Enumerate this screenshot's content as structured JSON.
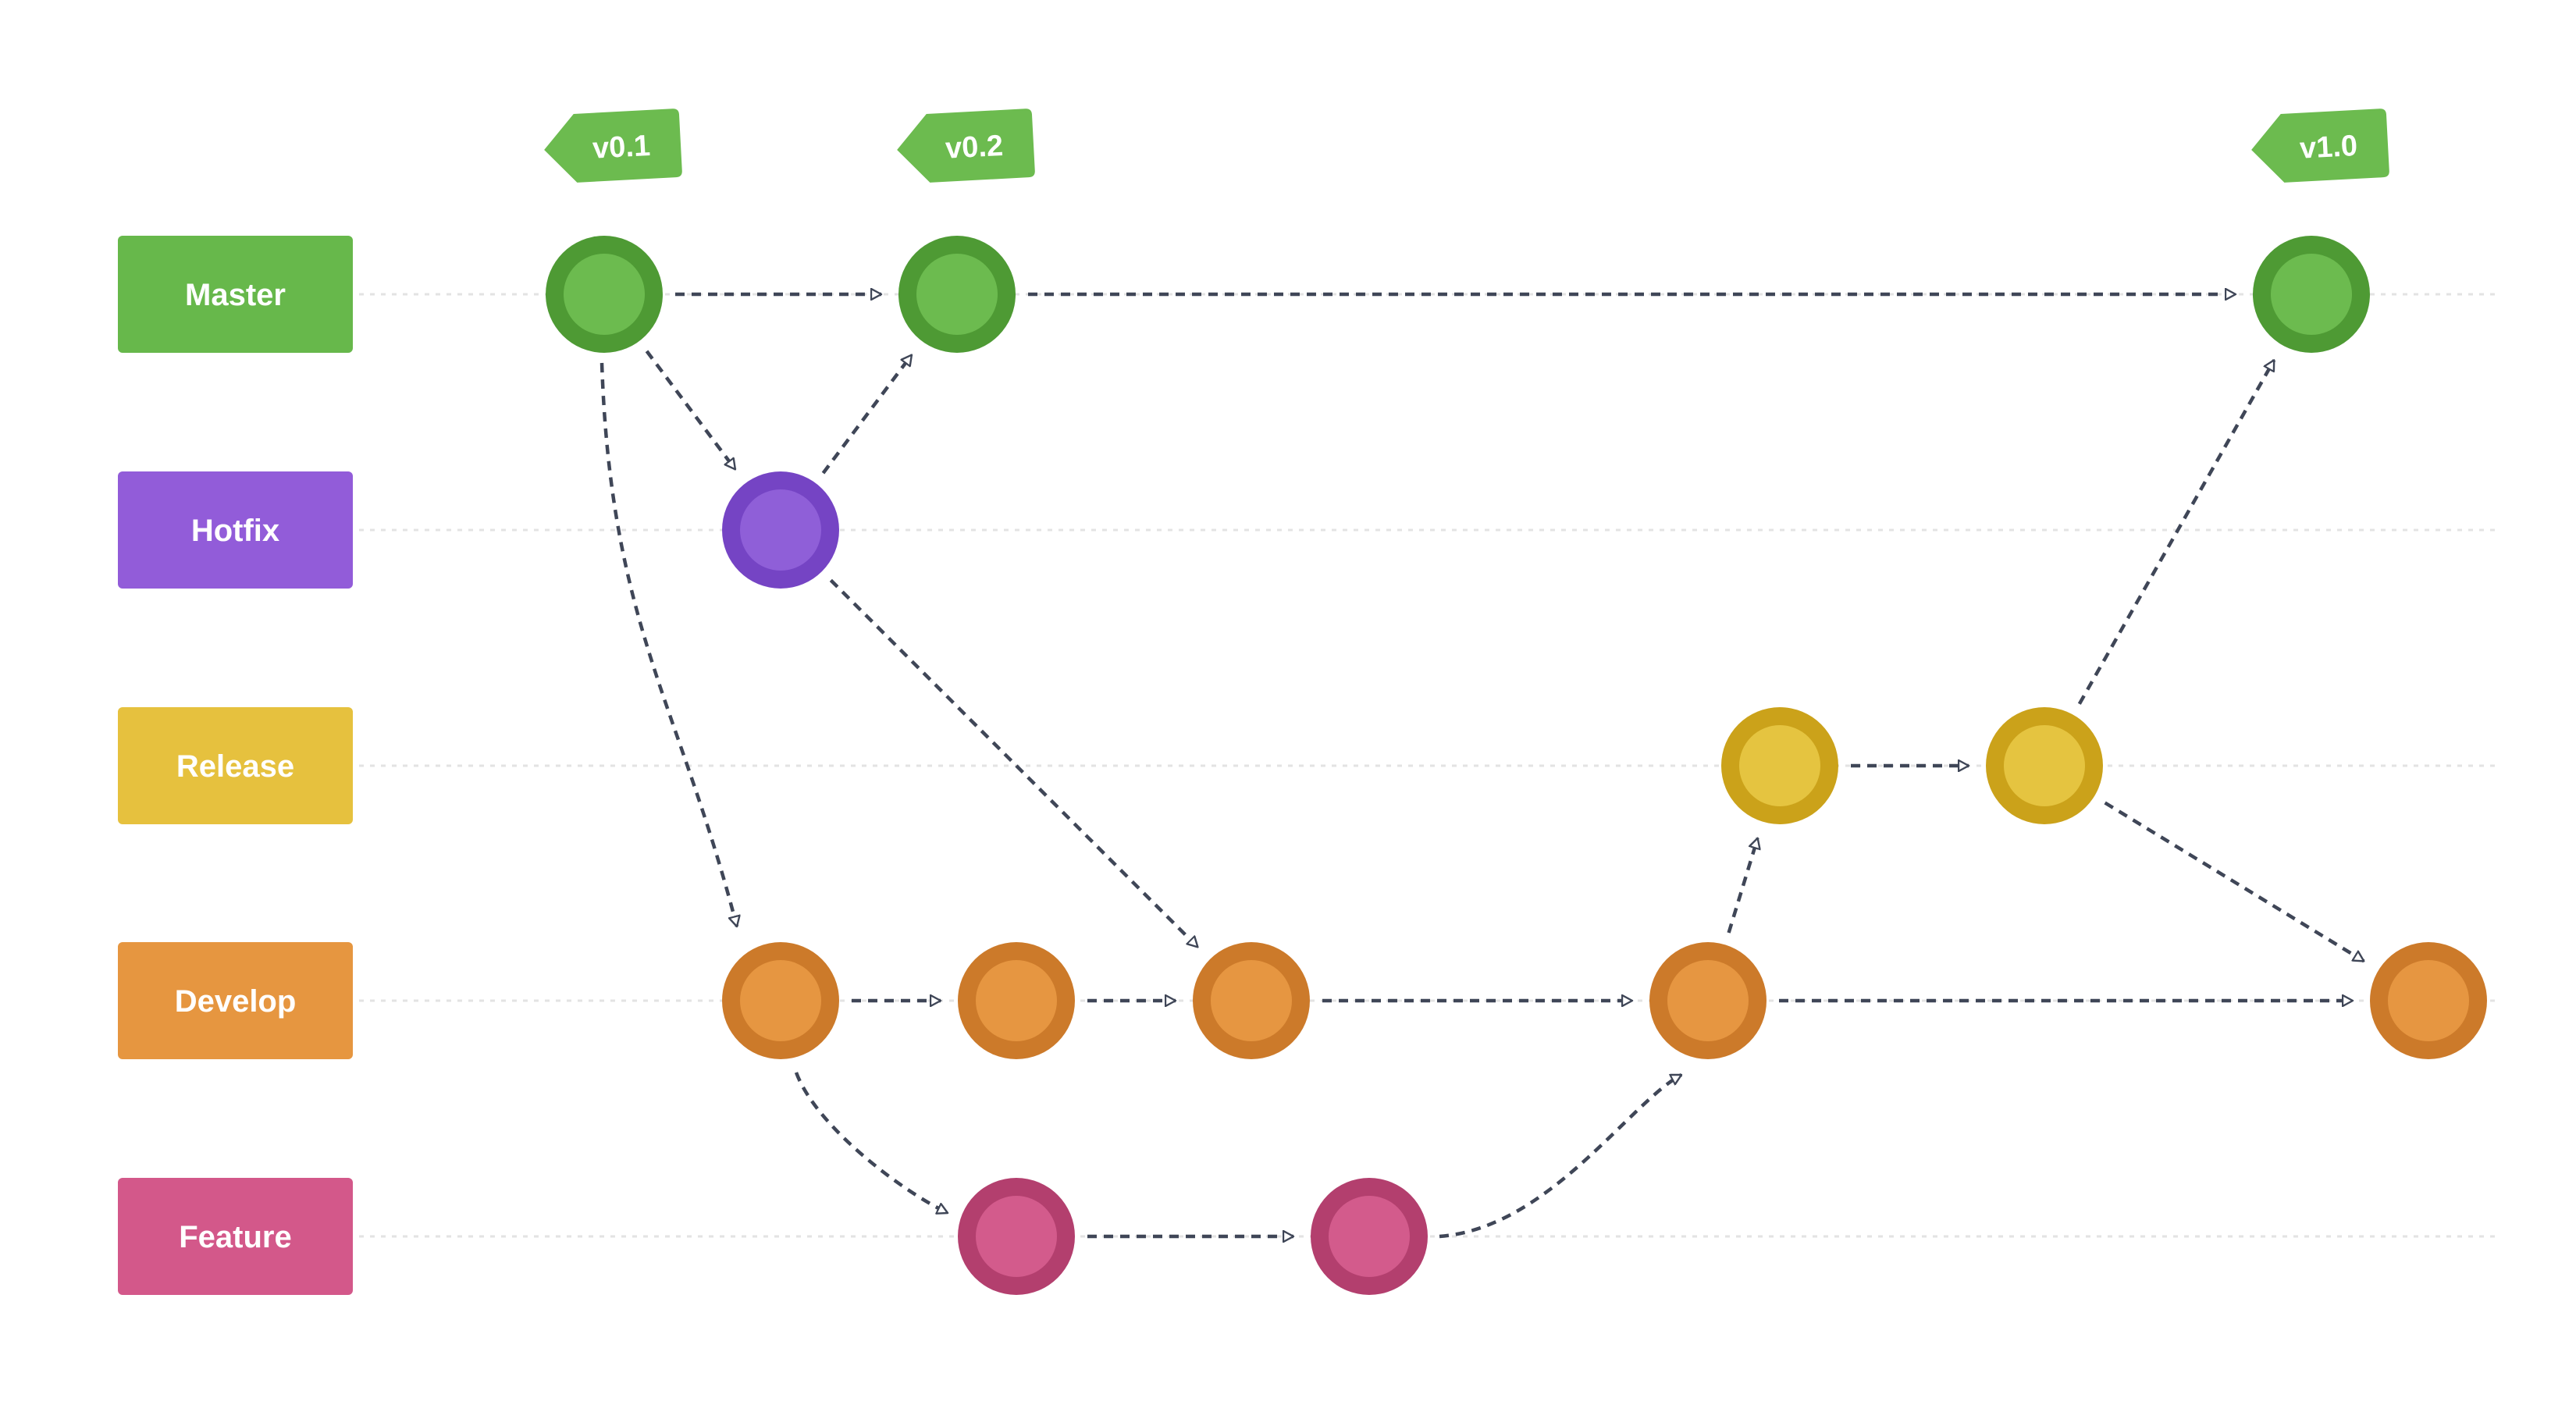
{
  "colors": {
    "master": {
      "fill": "#6cbb4f",
      "stroke": "#4e9a34",
      "label_bg": "#67b84b"
    },
    "hotfix": {
      "fill": "#8f5fd8",
      "stroke": "#7544c4",
      "label_bg": "#925cd9"
    },
    "release": {
      "fill": "#e5c440",
      "stroke": "#cba21a",
      "label_bg": "#e6c13e"
    },
    "develop": {
      "fill": "#e69641",
      "stroke": "#cc7a2a",
      "label_bg": "#e69640"
    },
    "feature": {
      "fill": "#d35b8c",
      "stroke": "#b33f6e",
      "label_bg": "#d3588a"
    },
    "tag_bg": "#6cbb4f",
    "arrow": "#3f4657",
    "guide": "#e3e3e3",
    "label_text": "#ffffff"
  },
  "branches": [
    {
      "key": "master",
      "label": "Master"
    },
    {
      "key": "hotfix",
      "label": "Hotfix"
    },
    {
      "key": "release",
      "label": "Release"
    },
    {
      "key": "develop",
      "label": "Develop"
    },
    {
      "key": "feature",
      "label": "Feature"
    }
  ],
  "commits": [
    {
      "id": "m1",
      "branch": "master"
    },
    {
      "id": "m2",
      "branch": "master"
    },
    {
      "id": "m3",
      "branch": "master"
    },
    {
      "id": "h1",
      "branch": "hotfix"
    },
    {
      "id": "r1",
      "branch": "release"
    },
    {
      "id": "r2",
      "branch": "release"
    },
    {
      "id": "d1",
      "branch": "develop"
    },
    {
      "id": "d2",
      "branch": "develop"
    },
    {
      "id": "d3",
      "branch": "develop"
    },
    {
      "id": "d4",
      "branch": "develop"
    },
    {
      "id": "d5",
      "branch": "develop"
    },
    {
      "id": "f1",
      "branch": "feature"
    },
    {
      "id": "f2",
      "branch": "feature"
    }
  ],
  "tags": [
    {
      "commit": "m1",
      "label": "v0.1"
    },
    {
      "commit": "m2",
      "label": "v0.2"
    },
    {
      "commit": "m3",
      "label": "v1.0"
    }
  ],
  "edges": [
    {
      "from": "m1",
      "to": "m2"
    },
    {
      "from": "m2",
      "to": "m3"
    },
    {
      "from": "m1",
      "to": "h1"
    },
    {
      "from": "h1",
      "to": "m2"
    },
    {
      "from": "m1",
      "to": "d1"
    },
    {
      "from": "h1",
      "to": "d3"
    },
    {
      "from": "d1",
      "to": "d2"
    },
    {
      "from": "d2",
      "to": "d3"
    },
    {
      "from": "d3",
      "to": "d4"
    },
    {
      "from": "d4",
      "to": "d5"
    },
    {
      "from": "d1",
      "to": "f1"
    },
    {
      "from": "f1",
      "to": "f2"
    },
    {
      "from": "f2",
      "to": "d4"
    },
    {
      "from": "d4",
      "to": "r1"
    },
    {
      "from": "r1",
      "to": "r2"
    },
    {
      "from": "r2",
      "to": "m3"
    },
    {
      "from": "r2",
      "to": "d5"
    }
  ]
}
